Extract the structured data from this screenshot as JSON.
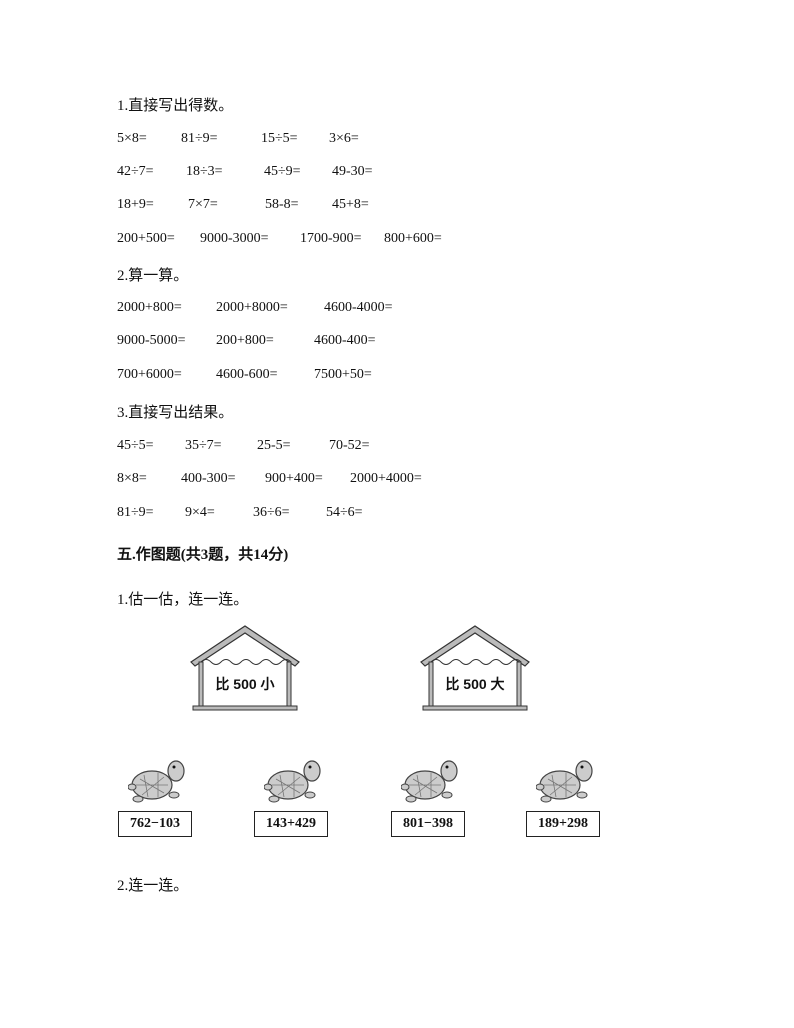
{
  "section1": {
    "title": "1.直接写出得数。",
    "rows": [
      [
        "5×8=",
        "81÷9=",
        "15÷5=",
        "3×6="
      ],
      [
        "42÷7=",
        "18÷3=",
        "45÷9=",
        "49-30="
      ],
      [
        "18+9=",
        "7×7=",
        "58-8=",
        "45+8="
      ],
      [
        "200+500=",
        "9000-3000=",
        "1700-900=",
        "800+600="
      ]
    ]
  },
  "section2": {
    "title": "2.算一算。",
    "rows": [
      [
        "2000+800=",
        "2000+8000=",
        "4600-4000="
      ],
      [
        "9000-5000=",
        "200+800=",
        "4600-400="
      ],
      [
        "700+6000=",
        "4600-600=",
        "7500+50="
      ]
    ]
  },
  "section3": {
    "title": "3.直接写出结果。",
    "rows": [
      [
        "45÷5=",
        "35÷7=",
        "25-5=",
        "70-52="
      ],
      [
        "8×8=",
        "400-300=",
        "900+400=",
        "2000+4000="
      ],
      [
        "81÷9=",
        "9×4=",
        "36÷6=",
        "54÷6="
      ]
    ]
  },
  "part5": {
    "heading": "五.作图题(共3题，共14分)",
    "q1": {
      "title": "1.估一估，连一连。",
      "houses": [
        "比 500 小",
        "比 500 大"
      ],
      "turtles": [
        "762−103",
        "143+429",
        "801−398",
        "189+298"
      ]
    },
    "q2": {
      "title": "2.连一连。"
    }
  }
}
